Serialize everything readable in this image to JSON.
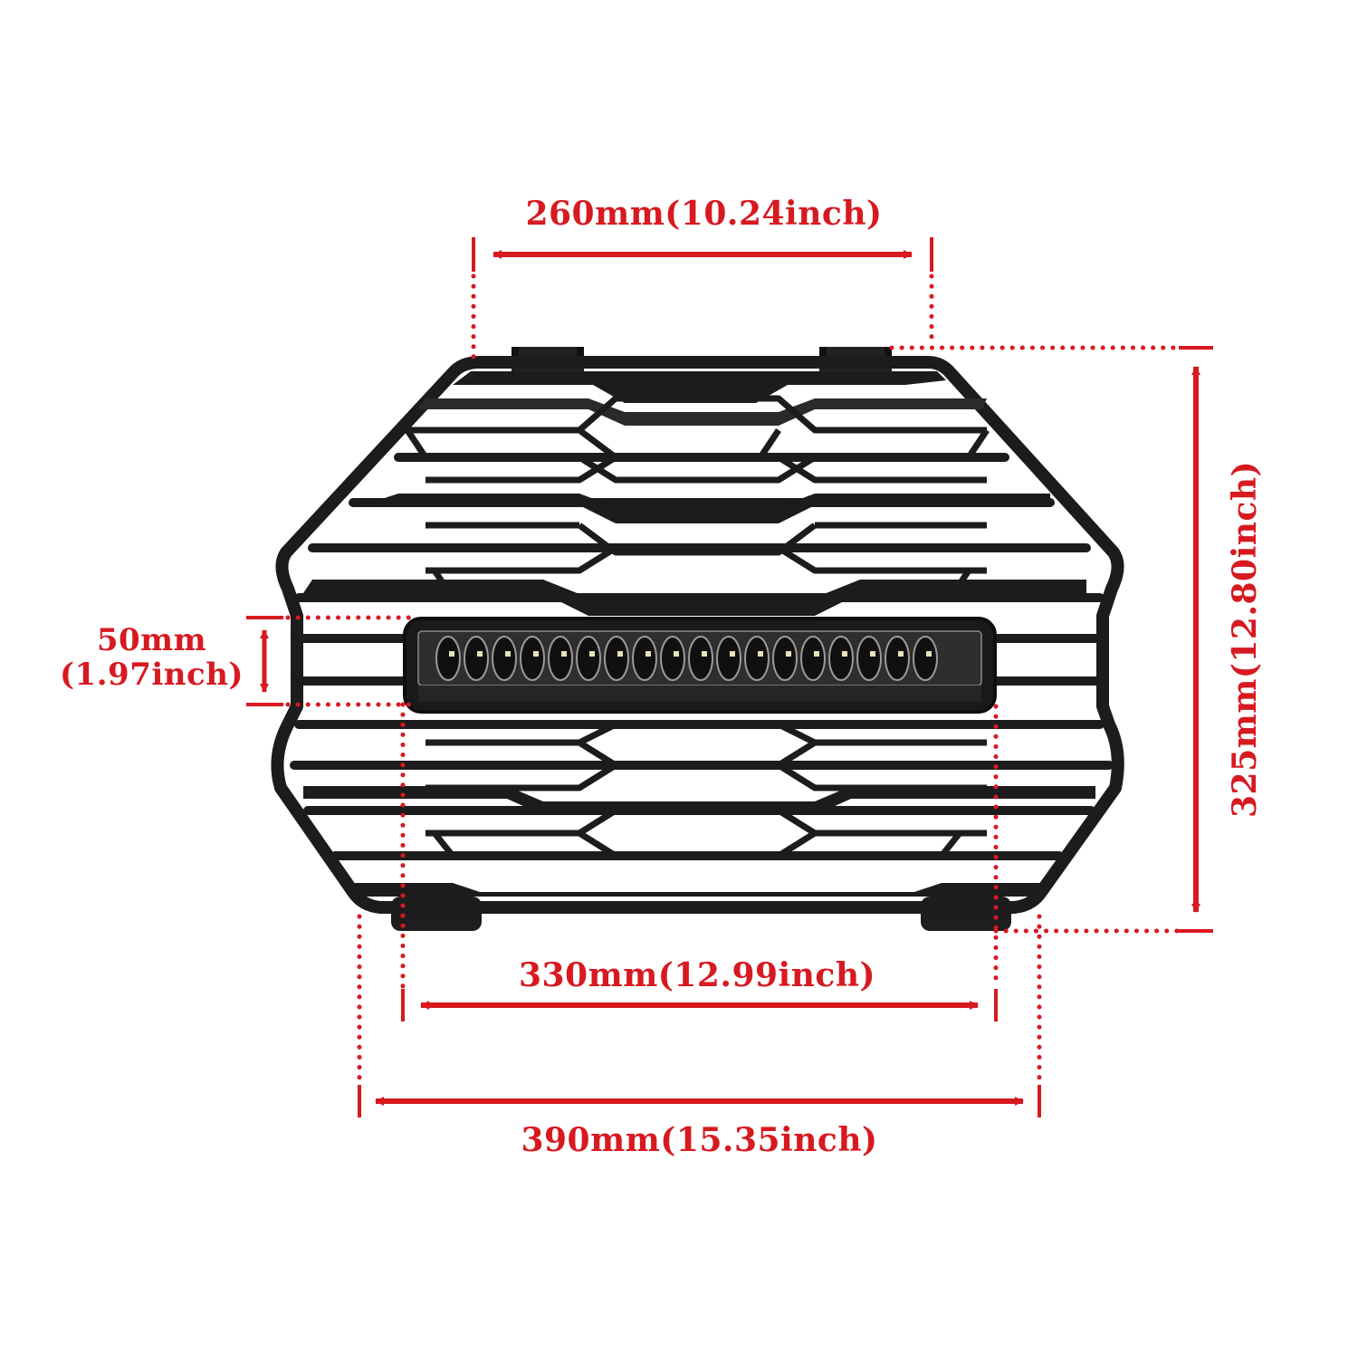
{
  "diagram": {
    "subject": "Front grille with integrated LED light bar",
    "accent_color": "#d71920",
    "grille_color": "#1c1c1c",
    "led_count": 18,
    "dimensions": {
      "top_width": {
        "label": "260mm(10.24inch)",
        "mm": 260,
        "inch": 10.24
      },
      "overall_height": {
        "label": "325mm(12.80inch)",
        "mm": 325,
        "inch": 12.8
      },
      "light_bar_height": {
        "label_mm": "50mm",
        "label_inch": "(1.97inch)",
        "mm": 50,
        "inch": 1.97
      },
      "light_bar_width": {
        "label": "330mm(12.99inch)",
        "mm": 330,
        "inch": 12.99
      },
      "overall_width": {
        "label": "390mm(15.35inch)",
        "mm": 390,
        "inch": 15.35
      }
    }
  }
}
